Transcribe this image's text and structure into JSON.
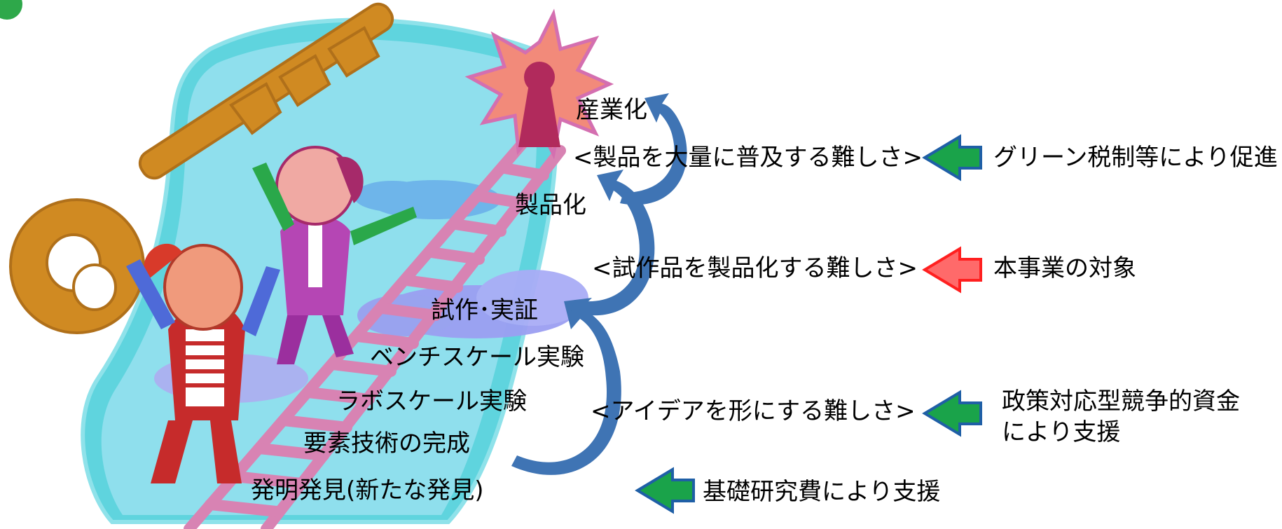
{
  "stages": {
    "industrialization": "産業化",
    "productization": "製品化",
    "prototype_demo": "試作･実証",
    "bench_scale": "ベンチスケール実験",
    "lab_scale": "ラボスケール実験",
    "element_tech": "要素技術の完成",
    "invention": "発明発見(新たな発見)"
  },
  "difficulties": {
    "mass_spread": "<製品を大量に普及する難しさ>",
    "prototype_to_product": "<試作品を製品化する難しさ>",
    "idea_to_form": "<アイデアを形にする難しさ>"
  },
  "supports": {
    "green_tax": "グリーン税制等により促進",
    "this_project": "本事業の対象",
    "competitive_funds_line1": "政策対応型競争的資金",
    "competitive_funds_line2": "により支援",
    "basic_research": "基礎研究費により支援"
  },
  "colors": {
    "support_arrow": "#1aa34a",
    "highlight_arrow": "#ff5a5a",
    "flow_arrow": "#3f74b4",
    "background_shape": "#63d3dd",
    "key": "#d08a22",
    "ladder": "#d883b3"
  }
}
